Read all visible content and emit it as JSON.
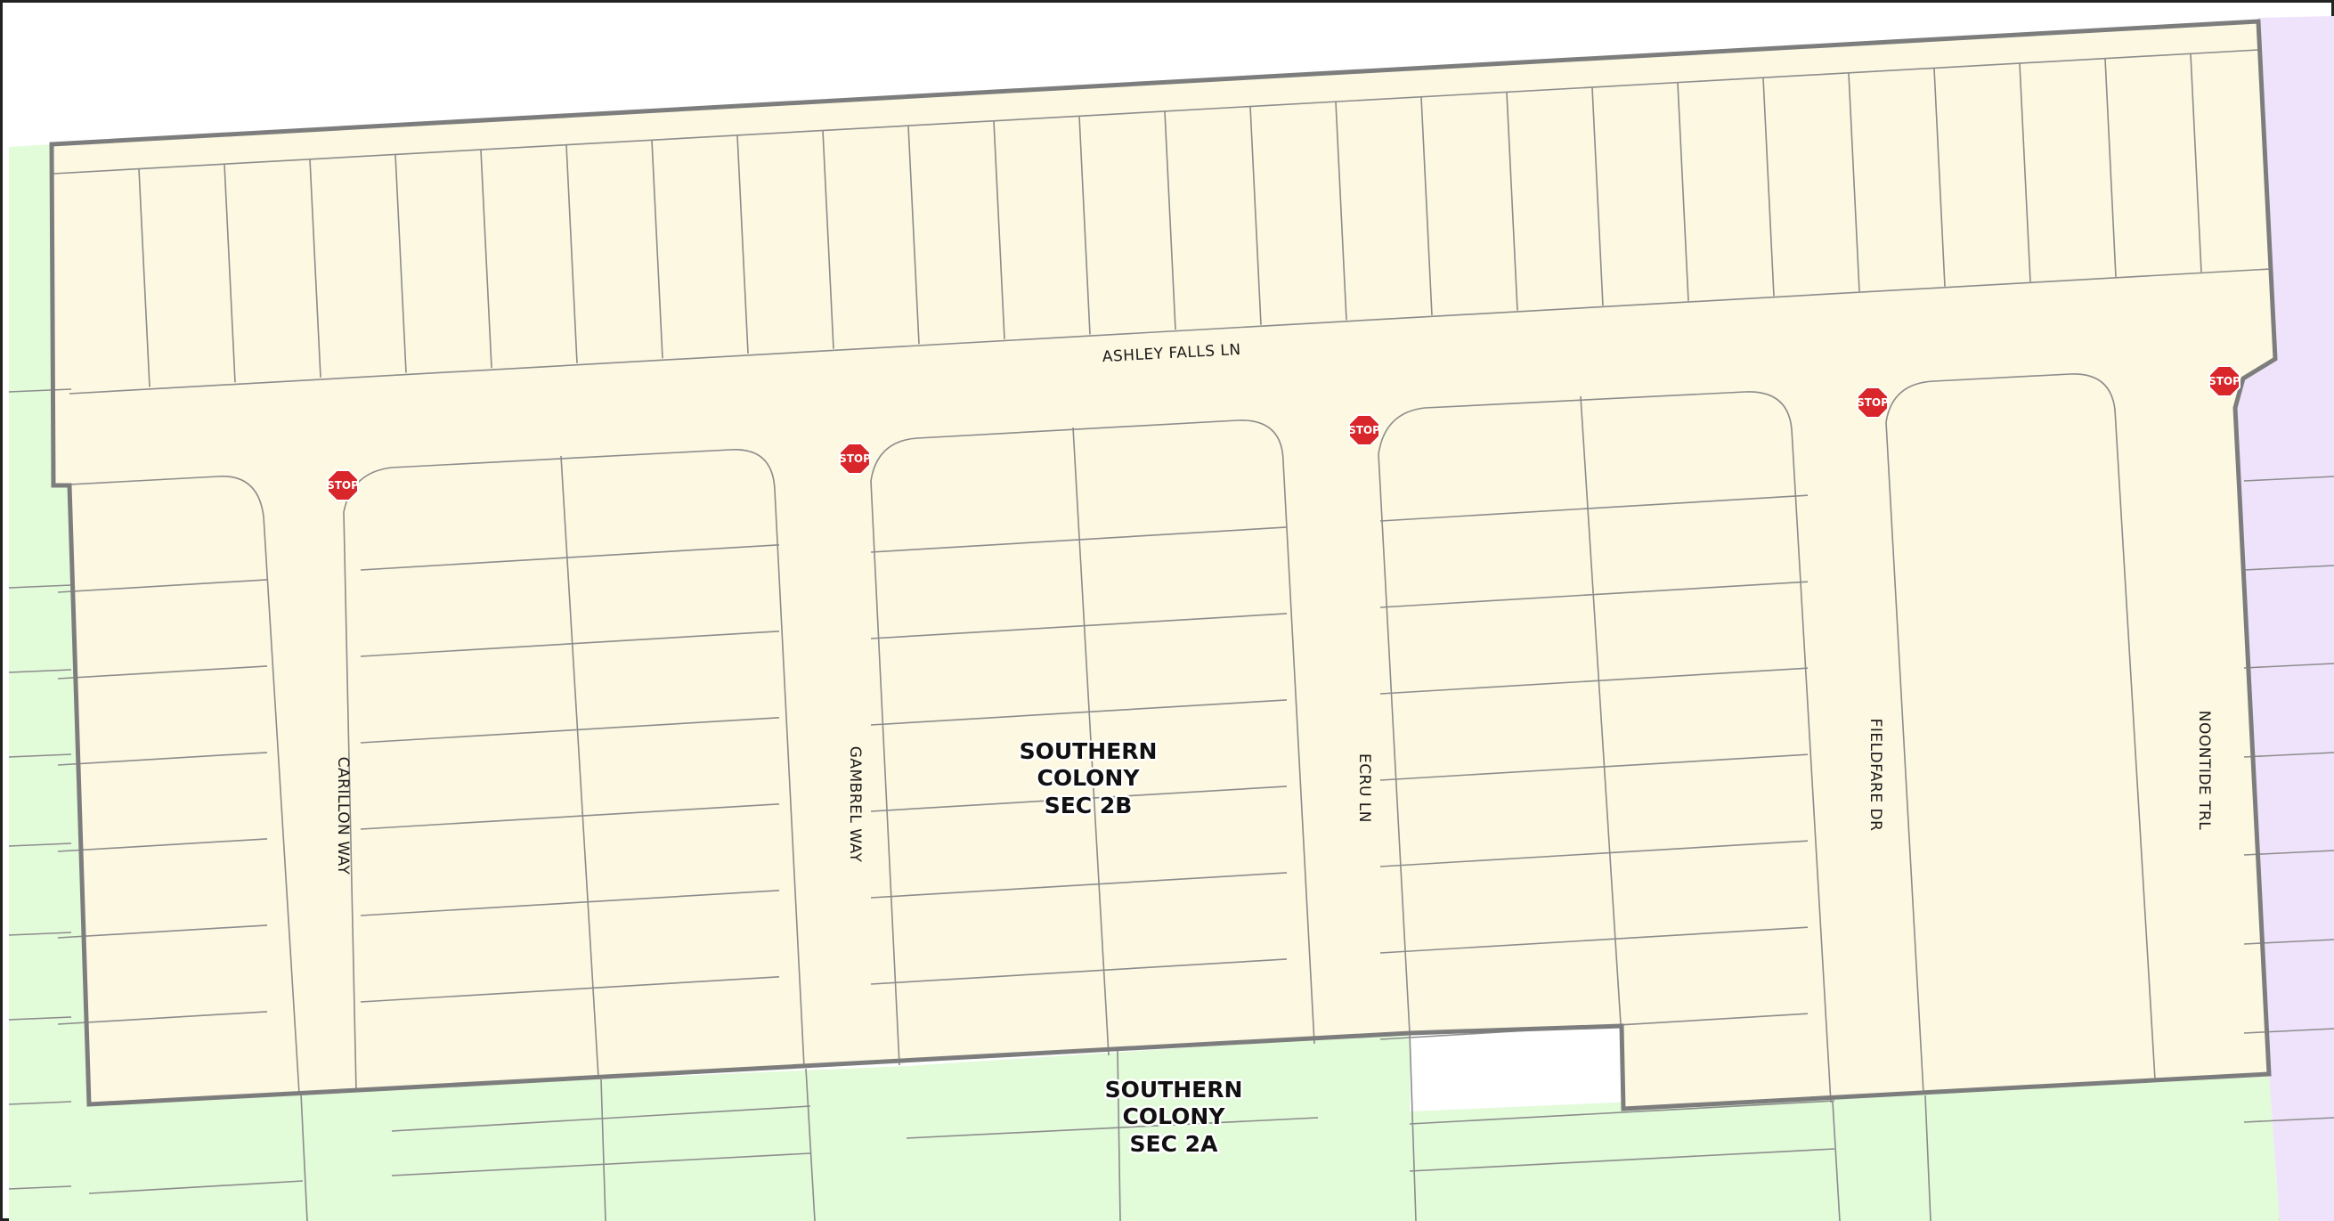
{
  "map": {
    "colors": {
      "sec2b_fill": "#fcf8e1",
      "sec2a_fill": "#e2fbd9",
      "east_fill": "#efe3fb",
      "background": "#ffffff",
      "lot_lines": "#8c8c8c",
      "boundary": "#7d7d7d",
      "stop_sign": "#d8262b"
    },
    "subdivisions": [
      {
        "lines": [
          "SOUTHERN",
          "COLONY",
          "SEC 2B"
        ]
      },
      {
        "lines": [
          "SOUTHERN",
          "COLONY",
          "SEC 2A"
        ]
      }
    ],
    "streets": [
      {
        "name": "ASHLEY FALLS LN"
      },
      {
        "name": "CARILLON WAY"
      },
      {
        "name": "GAMBREL WAY"
      },
      {
        "name": "ECRU LN"
      },
      {
        "name": "FIELDFARE DR"
      },
      {
        "name": "NOONTIDE TRL"
      }
    ],
    "stop_signs": [
      "STOP",
      "STOP",
      "STOP",
      "STOP",
      "STOP"
    ]
  }
}
